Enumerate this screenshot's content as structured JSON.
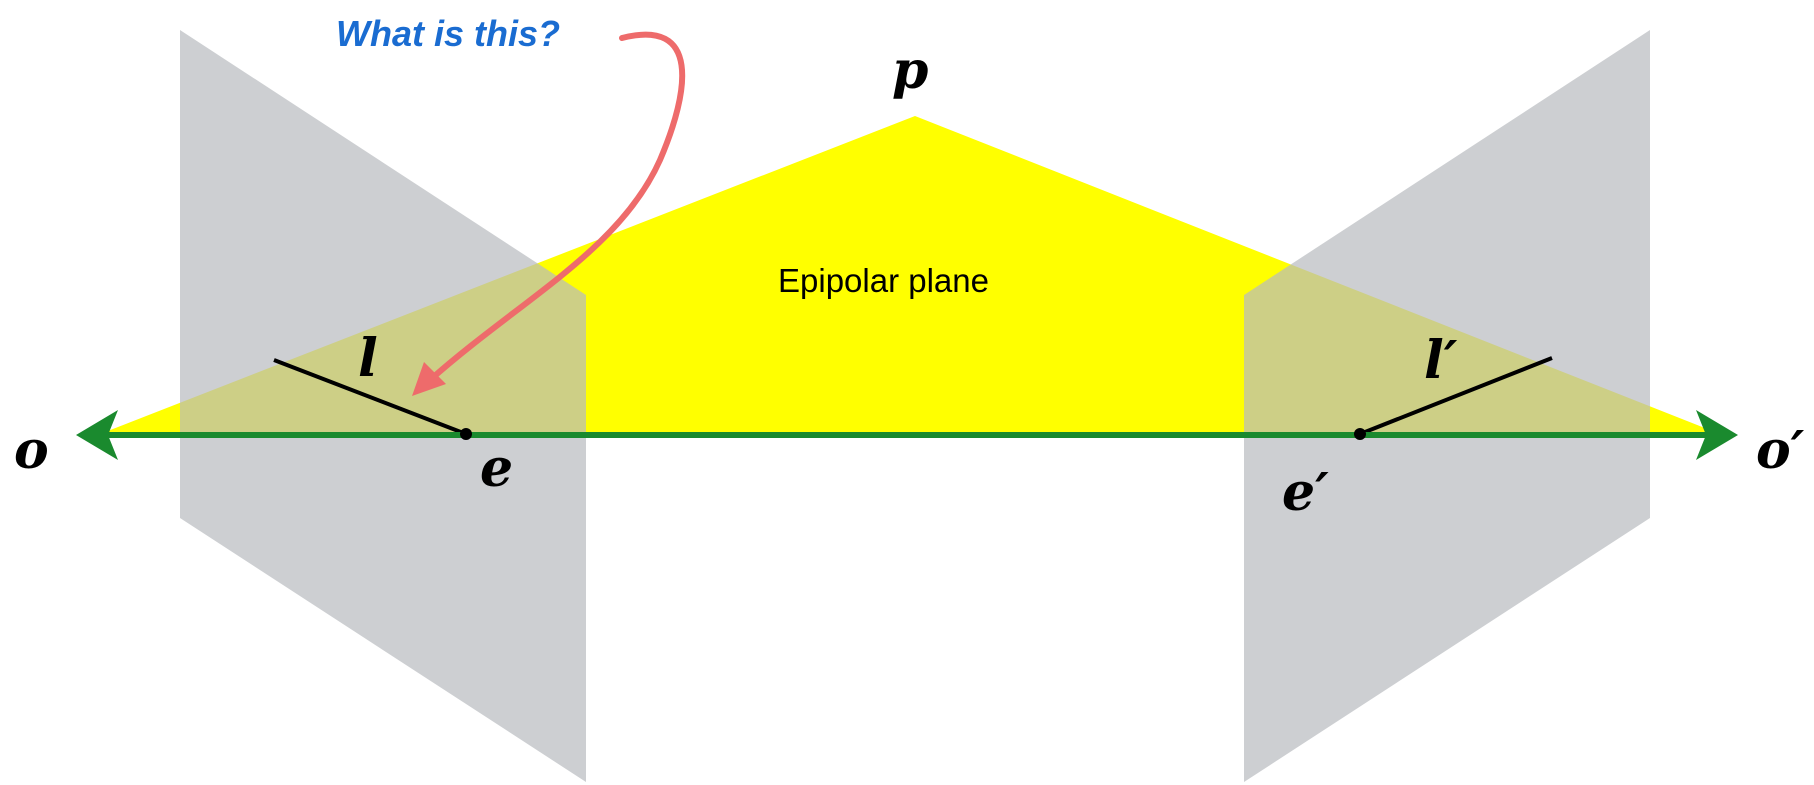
{
  "annotation": {
    "question": "What is this?",
    "arrow_color": "#ee6b6b",
    "text_color": "#1a6cd1"
  },
  "epipolar_plane": {
    "label": "Epipolar plane",
    "color": "#ffff00"
  },
  "image_planes": {
    "color": "#cfd0d4"
  },
  "baseline": {
    "color": "#1a8a2e"
  },
  "points": {
    "p": "p",
    "o": "o",
    "o_prime": "o′",
    "e": "e",
    "e_prime": "e′",
    "l": "l",
    "l_prime": "l′"
  }
}
